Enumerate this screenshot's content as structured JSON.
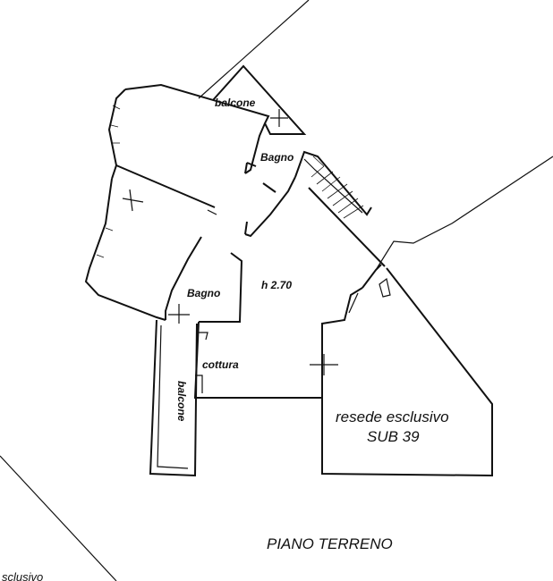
{
  "plan": {
    "rooms": {
      "balcone_top": "balcone",
      "bagno_upper": "Bagno",
      "bagno_lower": "Bagno",
      "height": "h 2.70",
      "cottura": "cottura",
      "balcone_side": "balcone"
    },
    "exclusive_area": {
      "line1": "resede esclusivo",
      "line2": "SUB 39"
    },
    "floor_title": "PIANO TERRENO",
    "cut_label": "sclusivo"
  }
}
